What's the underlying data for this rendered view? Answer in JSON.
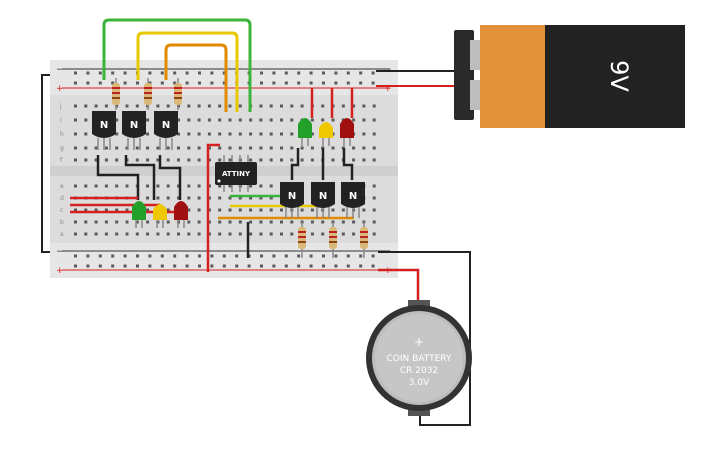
{
  "battery_9v": {
    "label": "9V"
  },
  "coin_battery": {
    "line1": "COIN BATTERY",
    "line2": "CR 2032",
    "line3": "3.0V",
    "plus": "+"
  },
  "chip": {
    "label": "ATTINY"
  },
  "transistor_label": "N",
  "rail_marks": {
    "plus": "+",
    "minus": "−"
  },
  "row_letters_top": [
    "j",
    "i",
    "h",
    "g",
    "f"
  ],
  "row_letters_bottom": [
    "e",
    "d",
    "c",
    "b",
    "a"
  ],
  "colors": {
    "breadboard": "#dcdcdc",
    "rail_red": "#d62020",
    "rail_dark": "#333333",
    "wire_green": "#3cb43c",
    "wire_yellow": "#e8c800",
    "wire_orange": "#e08a00",
    "wire_black": "#222222",
    "led_green": "#22a02a",
    "led_yellow": "#f0c800",
    "led_red": "#a01010",
    "transistor": "#222222",
    "battery_orange": "#e0913a",
    "battery_black": "#222222"
  }
}
